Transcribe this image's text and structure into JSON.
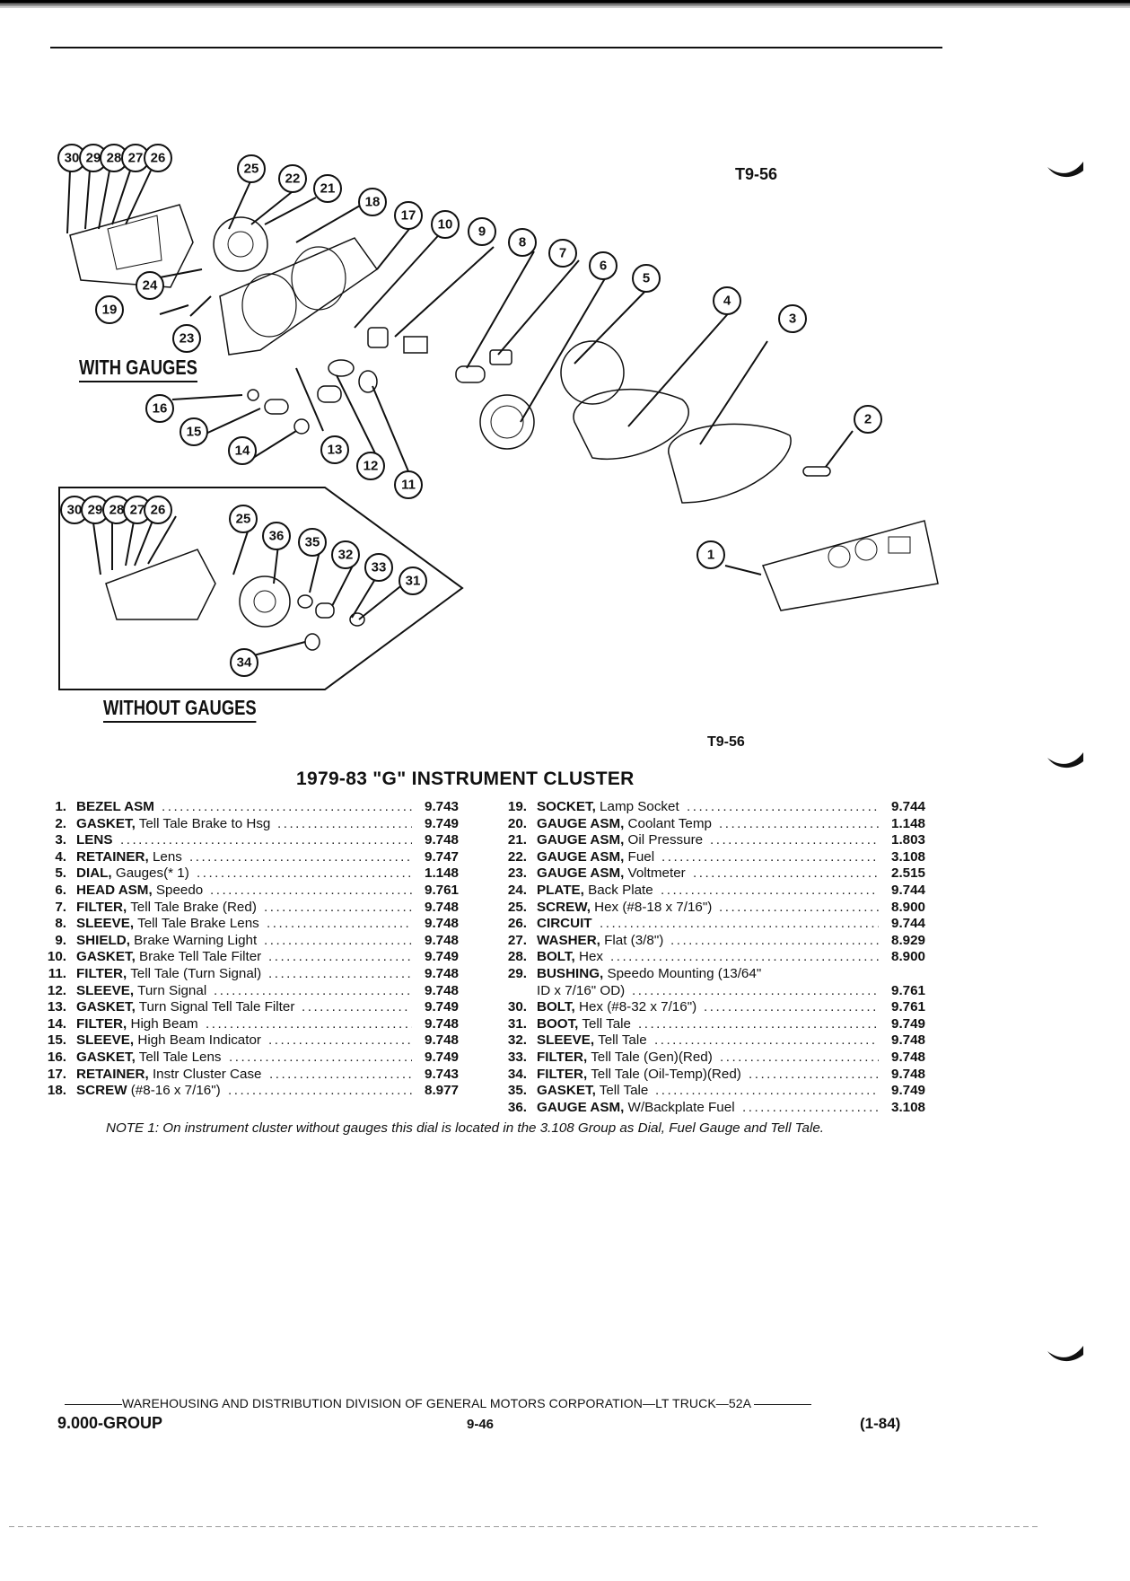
{
  "page": {
    "code_top": "T9-56",
    "code_mid": "T9-56",
    "label_with": "WITH GAUGES",
    "label_without": "WITHOUT GAUGES",
    "title": "1979-83 \"G\" INSTRUMENT CLUSTER"
  },
  "callouts": {
    "with_gauges": [
      "30",
      "29",
      "28",
      "27",
      "26",
      "25",
      "22",
      "21",
      "18",
      "17",
      "10",
      "9",
      "8",
      "7",
      "6",
      "5",
      "4",
      "3",
      "2",
      "1",
      "24",
      "19",
      "23",
      "16",
      "15",
      "14",
      "13",
      "12",
      "11"
    ],
    "without_gauges": [
      "30",
      "29",
      "28",
      "27",
      "26",
      "25",
      "36",
      "35",
      "32",
      "33",
      "31",
      "34"
    ]
  },
  "parts_left": [
    {
      "num": "1.",
      "name": "BEZEL ASM",
      "desc": "",
      "group": "9.743"
    },
    {
      "num": "2.",
      "name": "GASKET,",
      "desc": " Tell Tale Brake to Hsg",
      "group": "9.749"
    },
    {
      "num": "3.",
      "name": "LENS",
      "desc": "",
      "group": "9.748"
    },
    {
      "num": "4.",
      "name": "RETAINER,",
      "desc": " Lens",
      "group": "9.747"
    },
    {
      "num": "5.",
      "name": "DIAL,",
      "desc": " Gauges(* 1)",
      "group": "1.148"
    },
    {
      "num": "6.",
      "name": "HEAD ASM,",
      "desc": " Speedo",
      "group": "9.761"
    },
    {
      "num": "7.",
      "name": "FILTER,",
      "desc": " Tell Tale Brake (Red)",
      "group": "9.748"
    },
    {
      "num": "8.",
      "name": "SLEEVE,",
      "desc": " Tell Tale Brake Lens",
      "group": "9.748"
    },
    {
      "num": "9.",
      "name": "SHIELD,",
      "desc": " Brake Warning Light",
      "group": "9.748"
    },
    {
      "num": "10.",
      "name": "GASKET,",
      "desc": " Brake Tell Tale Filter",
      "group": "9.749"
    },
    {
      "num": "11.",
      "name": "FILTER,",
      "desc": " Tell Tale (Turn Signal)",
      "group": "9.748"
    },
    {
      "num": "12.",
      "name": "SLEEVE,",
      "desc": " Turn Signal",
      "group": "9.748"
    },
    {
      "num": "13.",
      "name": "GASKET,",
      "desc": " Turn Signal Tell Tale Filter",
      "group": "9.749"
    },
    {
      "num": "14.",
      "name": "FILTER,",
      "desc": " High Beam",
      "group": "9.748"
    },
    {
      "num": "15.",
      "name": "SLEEVE,",
      "desc": " High Beam Indicator",
      "group": "9.748"
    },
    {
      "num": "16.",
      "name": "GASKET,",
      "desc": " Tell Tale Lens",
      "group": "9.749"
    },
    {
      "num": "17.",
      "name": "RETAINER,",
      "desc": " Instr Cluster Case",
      "group": "9.743"
    },
    {
      "num": "18.",
      "name": "SCREW",
      "desc": " (#8-16 x 7/16\")",
      "group": "8.977"
    }
  ],
  "parts_right": [
    {
      "num": "19.",
      "name": "SOCKET,",
      "desc": " Lamp Socket",
      "group": "9.744"
    },
    {
      "num": "20.",
      "name": "GAUGE ASM,",
      "desc": " Coolant Temp",
      "group": "1.148"
    },
    {
      "num": "21.",
      "name": "GAUGE ASM,",
      "desc": " Oil Pressure",
      "group": "1.803"
    },
    {
      "num": "22.",
      "name": "GAUGE ASM,",
      "desc": " Fuel",
      "group": "3.108"
    },
    {
      "num": "23.",
      "name": "GAUGE ASM,",
      "desc": " Voltmeter",
      "group": "2.515"
    },
    {
      "num": "24.",
      "name": "PLATE,",
      "desc": " Back Plate",
      "group": "9.744"
    },
    {
      "num": "25.",
      "name": "SCREW,",
      "desc": " Hex (#8-18 x 7/16\")",
      "group": "8.900"
    },
    {
      "num": "26.",
      "name": "CIRCUIT",
      "desc": "",
      "group": "9.744"
    },
    {
      "num": "27.",
      "name": "WASHER,",
      "desc": " Flat (3/8\")",
      "group": "8.929"
    },
    {
      "num": "28.",
      "name": "BOLT,",
      "desc": " Hex",
      "group": "8.900"
    },
    {
      "num": "29.",
      "name": "BUSHING,",
      "desc": " Speedo Mounting (13/64\"",
      "group": ""
    },
    {
      "num": "",
      "name": "",
      "desc": "ID x 7/16\" OD)",
      "group": "9.761"
    },
    {
      "num": "30.",
      "name": "BOLT,",
      "desc": " Hex (#8-32 x 7/16\")",
      "group": "9.761"
    },
    {
      "num": "31.",
      "name": "BOOT,",
      "desc": " Tell Tale",
      "group": "9.749"
    },
    {
      "num": "32.",
      "name": "SLEEVE,",
      "desc": " Tell Tale",
      "group": "9.748"
    },
    {
      "num": "33.",
      "name": "FILTER,",
      "desc": " Tell Tale (Gen)(Red)",
      "group": "9.748"
    },
    {
      "num": "34.",
      "name": "FILTER,",
      "desc": " Tell Tale (Oil-Temp)(Red)",
      "group": "9.748"
    },
    {
      "num": "35.",
      "name": "GASKET,",
      "desc": " Tell Tale",
      "group": "9.749"
    },
    {
      "num": "36.",
      "name": "GAUGE ASM,",
      "desc": " W/Backplate Fuel",
      "group": "3.108"
    }
  ],
  "note": "NOTE 1: On instrument cluster without gauges this dial is located in the 3.108 Group as Dial, Fuel Gauge and Tell Tale.",
  "footer": {
    "division": "WAREHOUSING AND DISTRIBUTION DIVISION OF GENERAL MOTORS CORPORATION—LT TRUCK—52A",
    "group": "9.000-GROUP",
    "page": "9-46",
    "date": "(1-84)"
  }
}
